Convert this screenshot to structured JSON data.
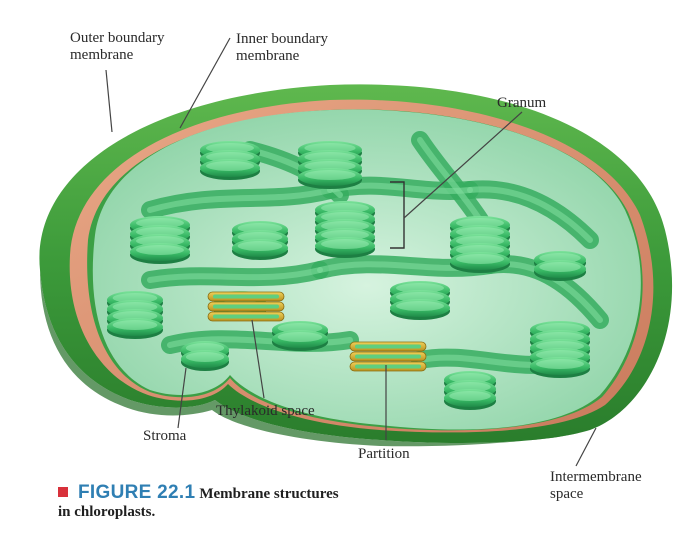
{
  "labels": {
    "outer_boundary": [
      "Outer boundary",
      "membrane"
    ],
    "inner_boundary": [
      "Inner boundary",
      "membrane"
    ],
    "granum": "Granum",
    "thylakoid_space": "Thylakoid space",
    "stroma": "Stroma",
    "partition": "Partition",
    "intermembrane": [
      "Intermembrane",
      "space"
    ]
  },
  "caption": {
    "figure": "FIGURE 22.1",
    "text_line1": "Membrane structures",
    "text_line2": "in chloroplasts."
  },
  "colors": {
    "outer_membrane": "#3e9b3a",
    "inner_membrane": "#e09a7a",
    "stroma_interior": "#bfe8cf",
    "thylakoid": "#3fbf6a",
    "partition_highlight": "#e0b936",
    "caption_square": "#d8313b",
    "caption_figure": "#2f7fb3"
  }
}
